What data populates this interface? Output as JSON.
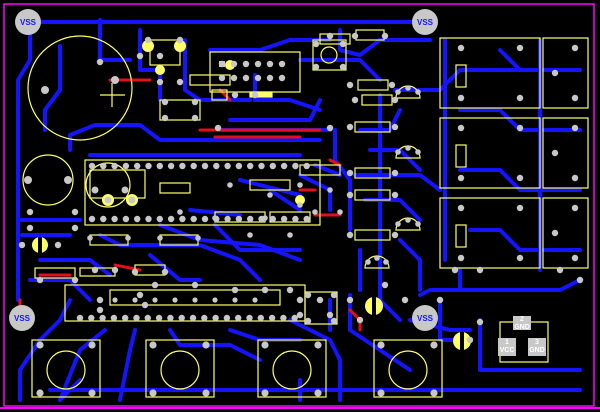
{
  "board": {
    "mounting_hole_label": "VSS",
    "connector_pins": {
      "pin1_number": "1",
      "pin1_name": "VCC",
      "pin2_number": "2",
      "pin2_name": "GND",
      "pin3_number": "3",
      "pin3_name": "GND"
    }
  },
  "colors": {
    "background": "#000000",
    "bottom_copper": "#1414ff",
    "top_copper": "#e1101a",
    "silkscreen": "#ffff66",
    "pad": "#c8c8c8",
    "outline": "#ff00ff"
  }
}
